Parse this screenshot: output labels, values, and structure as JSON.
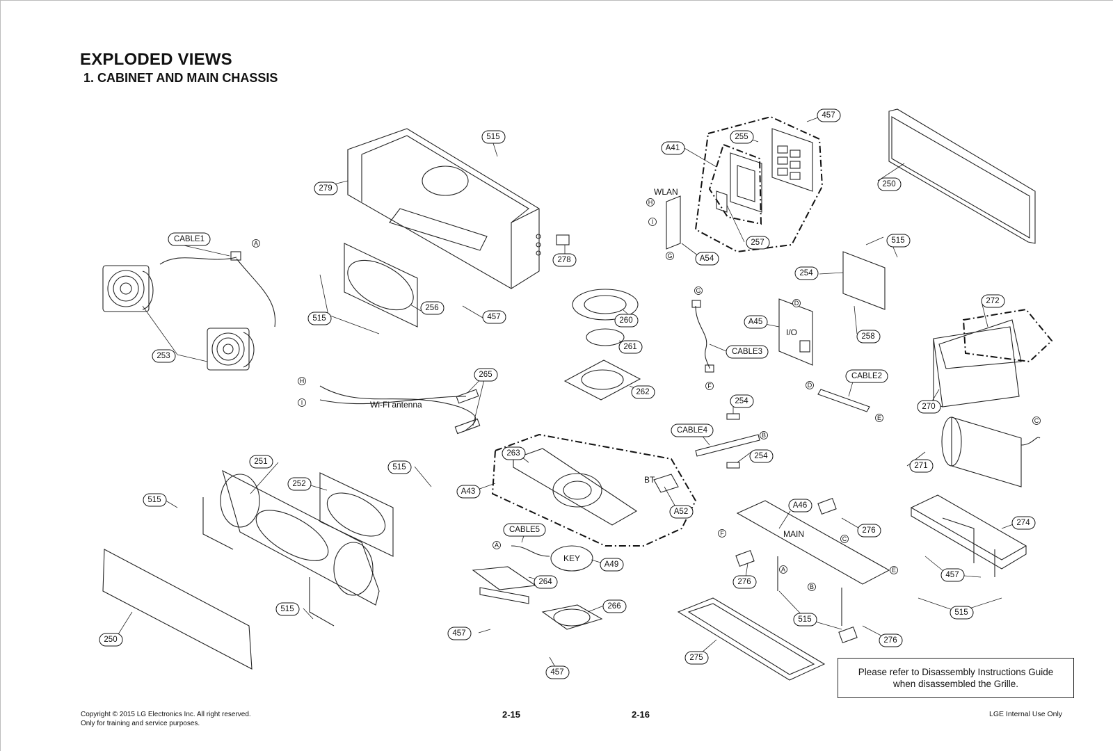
{
  "header": {
    "title": "EXPLODED VIEWS",
    "subtitle": "1. CABINET AND MAIN CHASSIS"
  },
  "callouts": {
    "c515a": "515",
    "c279": "279",
    "cCABLE1": "CABLE1",
    "c253": "253",
    "c515b": "515",
    "c256": "256",
    "c457a": "457",
    "c278": "278",
    "c260": "260",
    "c261": "261",
    "c262": "262",
    "c265": "265",
    "cA41": "A41",
    "c255": "255",
    "c457b": "457",
    "c257": "257",
    "cA54": "A54",
    "c250a": "250",
    "c515c": "515",
    "c254a": "254",
    "cA45": "A45",
    "c258": "258",
    "cCABLE3": "CABLE3",
    "c272": "272",
    "cCABLE2": "CABLE2",
    "c270": "270",
    "c254b": "254",
    "cCABLE4": "CABLE4",
    "c254c": "254",
    "c271": "271",
    "c263": "263",
    "cA43": "A43",
    "cA52": "A52",
    "c251": "251",
    "c515d": "515",
    "c252": "252",
    "c515e": "515",
    "cCABLE5": "CABLE5",
    "cA49": "A49",
    "c264": "264",
    "c266": "266",
    "c457c": "457",
    "c457d": "457",
    "c515f": "515",
    "c250b": "250",
    "cA46": "A46",
    "c276a": "276",
    "c276b": "276",
    "c515g": "515",
    "c276c": "276",
    "c275": "275",
    "c274": "274",
    "c457e": "457",
    "c515h": "515"
  },
  "inline_labels": {
    "wlan": "WLAN",
    "io": "I/O",
    "wifi_antenna": "Wi-Fi antenna",
    "bt": "BT",
    "key": "KEY",
    "main": "MAIN"
  },
  "connector_letters": [
    "A",
    "B",
    "C",
    "D",
    "E",
    "F",
    "G",
    "H",
    "I"
  ],
  "note": {
    "line1": "Please refer to Disassembly Instructions Guide",
    "line2": "when disassembled the Grille."
  },
  "footer": {
    "copyright_line1": "Copyright © 2015 LG Electronics Inc. All right reserved.",
    "copyright_line2": "Only for training and service purposes.",
    "page_left": "2-15",
    "page_right": "2-16",
    "internal": "LGE Internal Use Only"
  }
}
